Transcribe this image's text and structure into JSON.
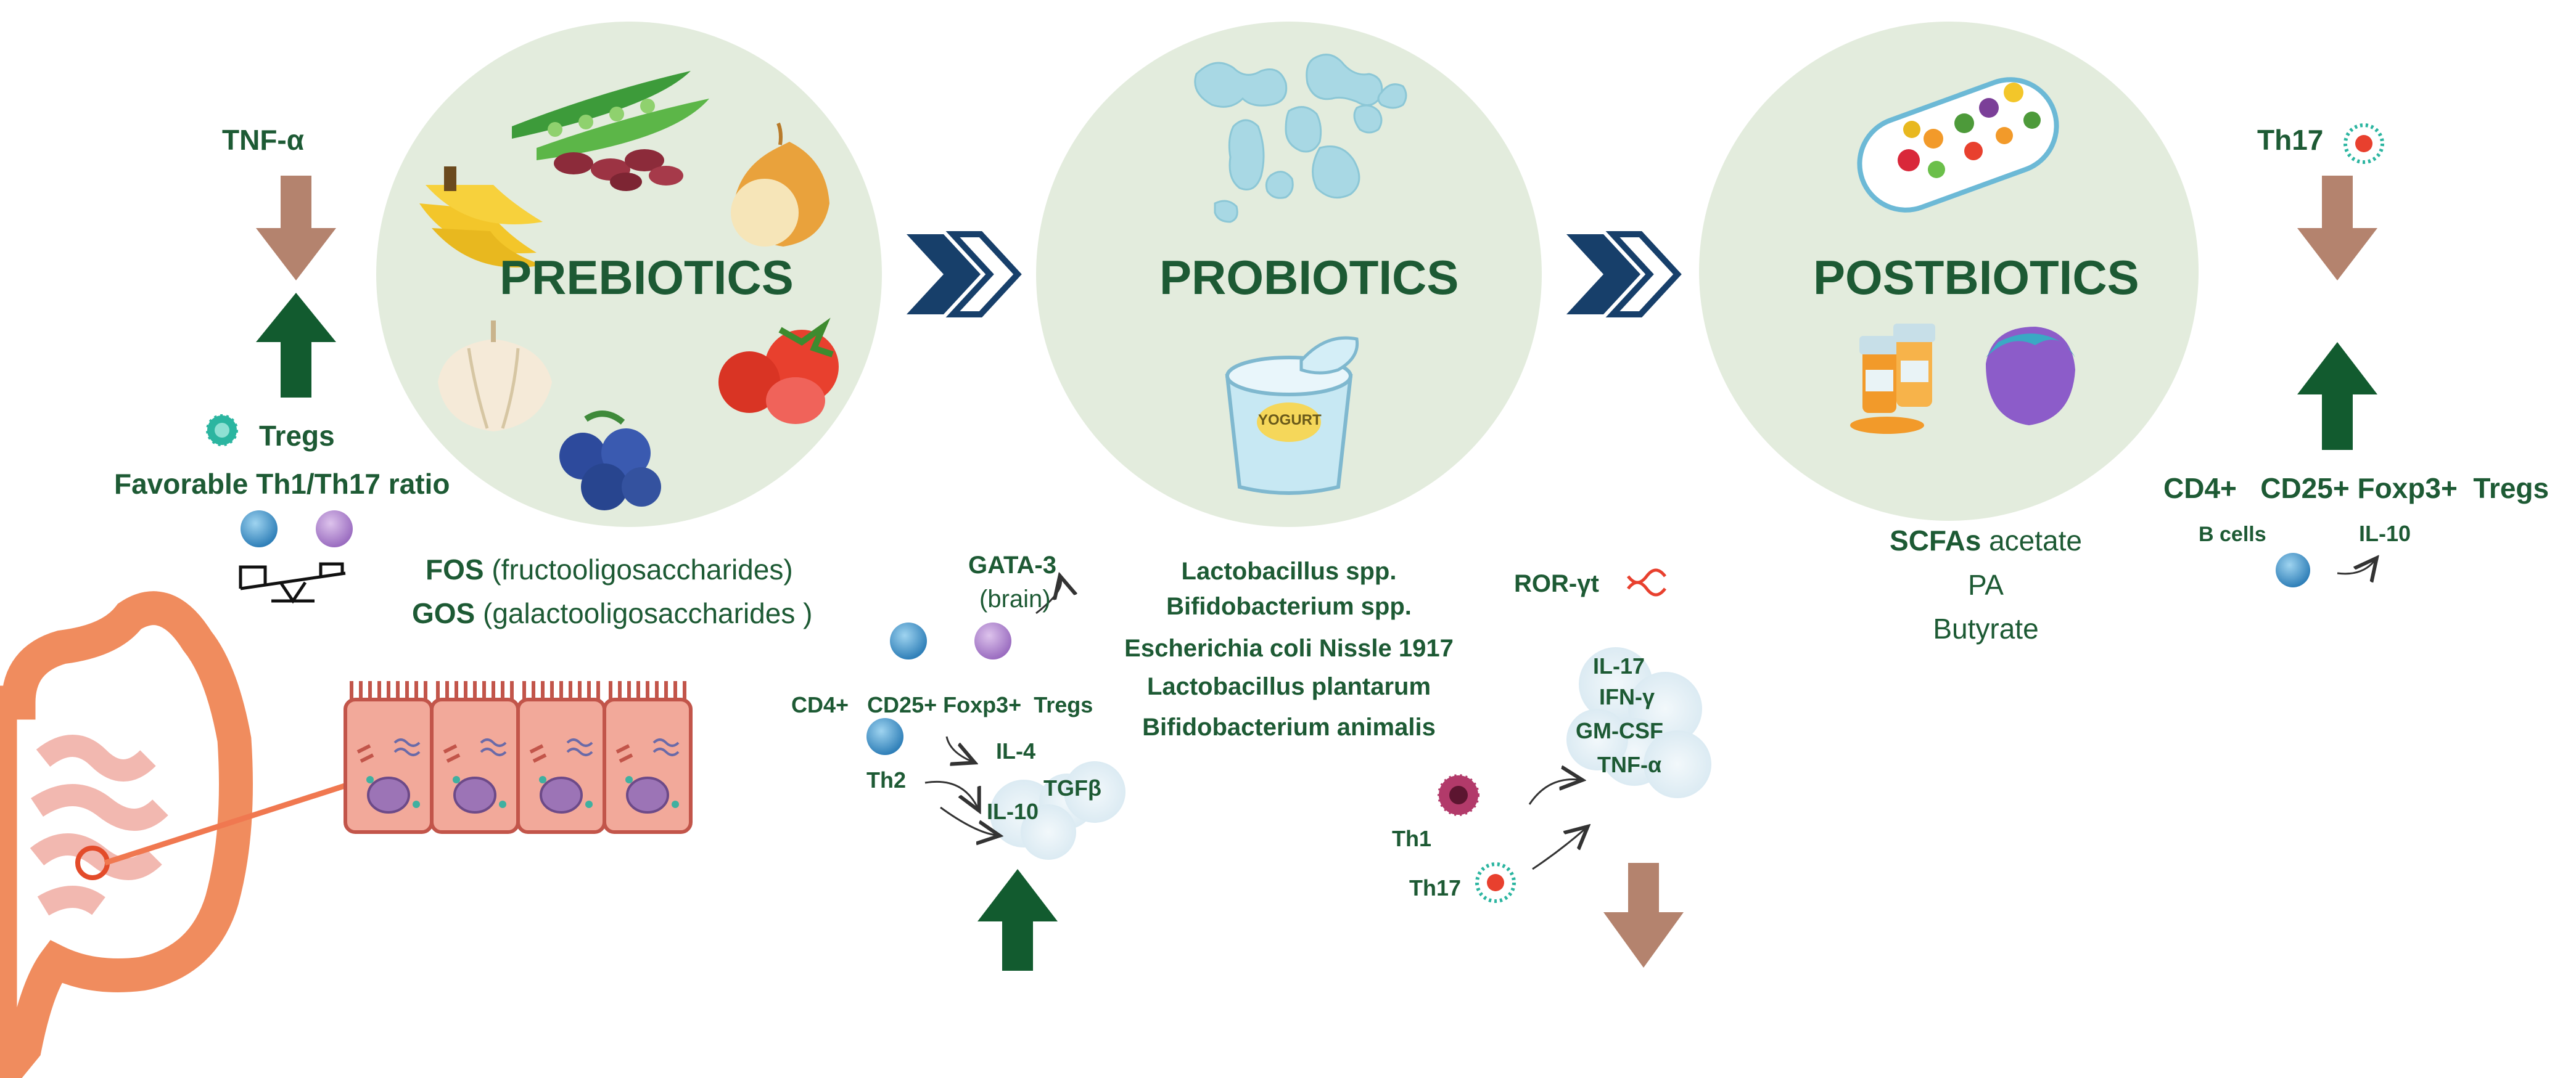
{
  "sections": {
    "prebiotics": {
      "title": "PREBIOTICS",
      "foods": [
        "banana-icon",
        "pea-pod-icon",
        "kidney-bean-icon",
        "onion-icon",
        "garlic-icon",
        "blueberry-icon",
        "tomato-icon"
      ],
      "compounds": [
        {
          "abbr": "FOS",
          "full": "(fructooligosaccharides)"
        },
        {
          "abbr": "GOS",
          "full": "(galactooligosaccharides )"
        }
      ]
    },
    "probiotics": {
      "title": "PROBIOTICS",
      "yogurt_label": "YOGURT",
      "species": [
        "Lactobacillus spp.",
        "Bifidobacterium spp.",
        "Escherichia coli Nissle 1917",
        "Lactobacillus plantarum",
        "Bifidobacterium animalis"
      ]
    },
    "postbiotics": {
      "title": "POSTBIOTICS",
      "scfa_label": "SCFAs",
      "scfa_items": [
        "acetate",
        "PA",
        "Butyrate"
      ]
    }
  },
  "left_panel": {
    "cytokine": "TNF-α",
    "tregs": "Tregs",
    "ratio": "Favorable Th1/Th17 ratio"
  },
  "middle_panel": {
    "gata3": "GATA-3",
    "brain": "(brain)",
    "tregs_line": [
      "CD4+",
      "CD25+",
      "Foxp3+",
      "Tregs"
    ],
    "il4": "IL-4",
    "th2": "Th2",
    "il10": "IL-10",
    "tgf": "TGFβ"
  },
  "ror_panel": {
    "ror": "ROR-γt",
    "cytokines": [
      "IL-17",
      "IFN-γ",
      "GM-CSF",
      "TNF-α"
    ],
    "th1": "Th1",
    "th17": "Th17"
  },
  "right_panel": {
    "th17": "Th17",
    "tregs_line": [
      "CD4+",
      "CD25+",
      "Foxp3+",
      "Tregs"
    ],
    "b_cells": "B cells",
    "il10": "IL-10"
  },
  "colors": {
    "circle_fill": "#e3ecdd",
    "dark_green": "#1d5a34",
    "arrow_up": "#125b2f",
    "arrow_down": "#b4836e",
    "chevron": "#173f6a",
    "gut": "#f08c5e",
    "cell": "#f2a99a",
    "bacteria": "#a8d8e4"
  }
}
